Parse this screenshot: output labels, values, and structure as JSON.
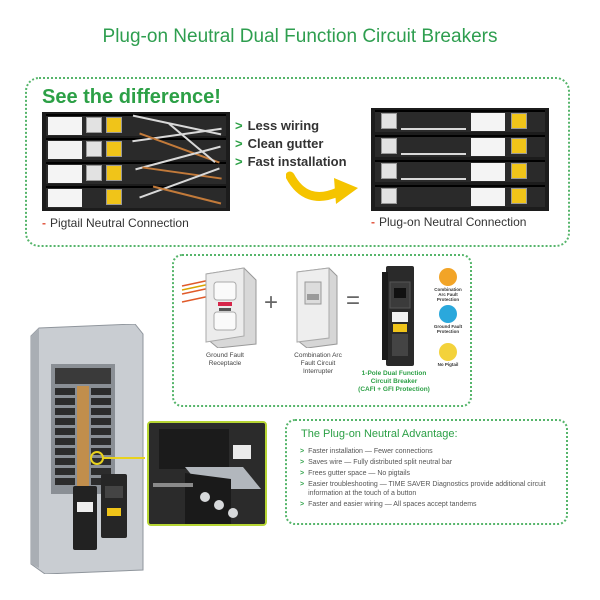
{
  "title": "Plug-on Neutral Dual Function Circuit Breakers",
  "difference": {
    "heading": "See the difference!",
    "bullets": [
      "Less wiring",
      "Clean gutter",
      "Fast installation"
    ],
    "left_caption": "Pigtail Neutral Connection",
    "right_caption": "Plug-on Neutral Connection"
  },
  "formula": {
    "receptacle_label": "Ground Fault Receptacle",
    "interrupter_label": "Combination Arc Fault Circuit Interrupter",
    "plus": "+",
    "equals": "=",
    "product_label_1": "1-Pole Dual Function",
    "product_label_2": "Circuit Breaker",
    "product_label_3": "(CAFI + GFI Protection)",
    "features": [
      {
        "label": "Combination Arc Fault Protection",
        "color": "#f2a427"
      },
      {
        "label": "Ground Fault Protection",
        "color": "#2aa8dc"
      },
      {
        "label": "No Pigtail",
        "color": "#f3d23b"
      }
    ]
  },
  "advantage": {
    "heading": "The Plug-on Neutral Advantage:",
    "items": [
      "Faster installation — Fewer connections",
      "Saves wire — Fully distributed split neutral bar",
      "Frees gutter space — No pigtails",
      "Easier troubleshooting — TIME SAVER Diagnostics provide additional circuit information at the touch of a button",
      "Faster and easier wiring — All spaces accept tandems"
    ]
  },
  "icons": {
    "bullet": "chevron-right-icon",
    "arrow": "curved-arrow-icon"
  },
  "colors": {
    "brand_green": "#2ca046",
    "title_green": "#2e9e4f",
    "arrow_yellow": "#f5c400",
    "caption_red": "#e0533d"
  }
}
